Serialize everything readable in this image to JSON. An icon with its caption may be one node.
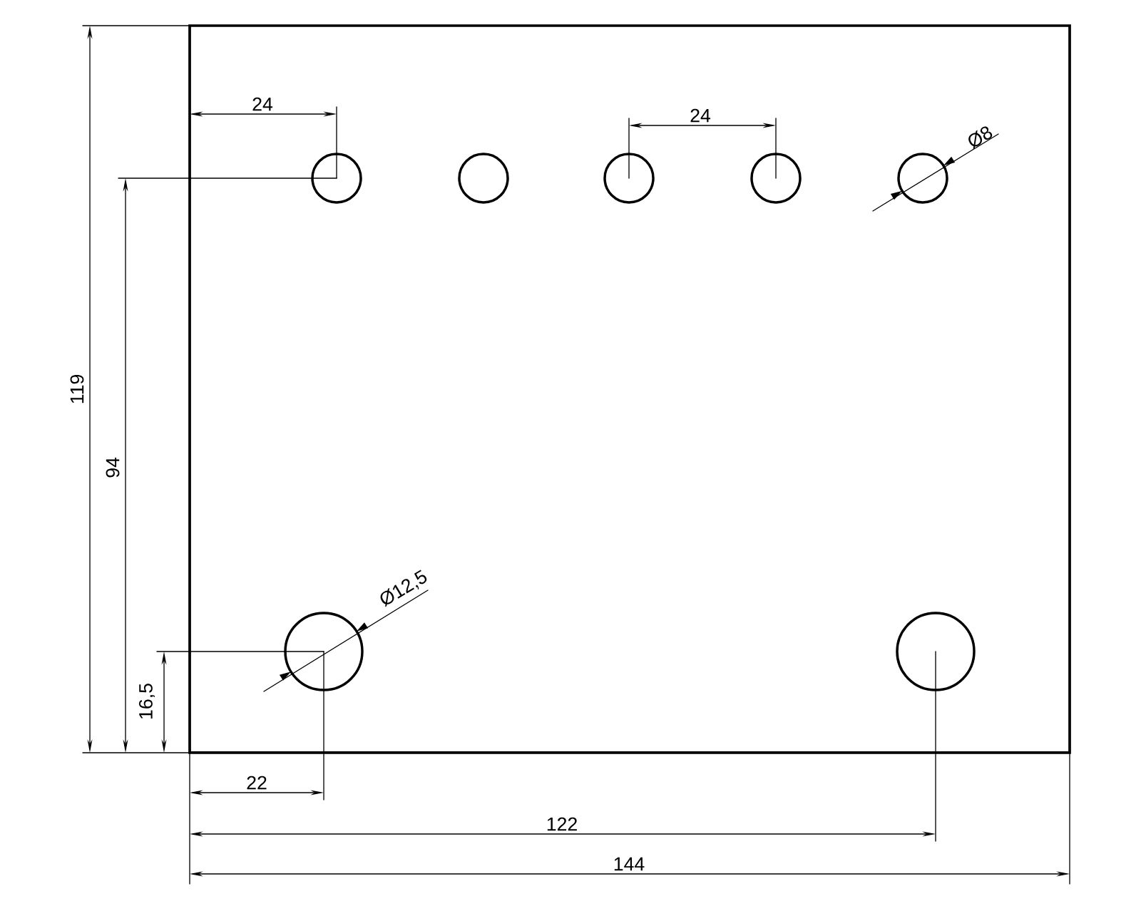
{
  "diagram": {
    "labels": [
      "24",
      "24",
      "Ø8",
      "119",
      "94",
      "Ø12,5",
      "16,5",
      "22",
      "122",
      "144"
    ]
  }
}
